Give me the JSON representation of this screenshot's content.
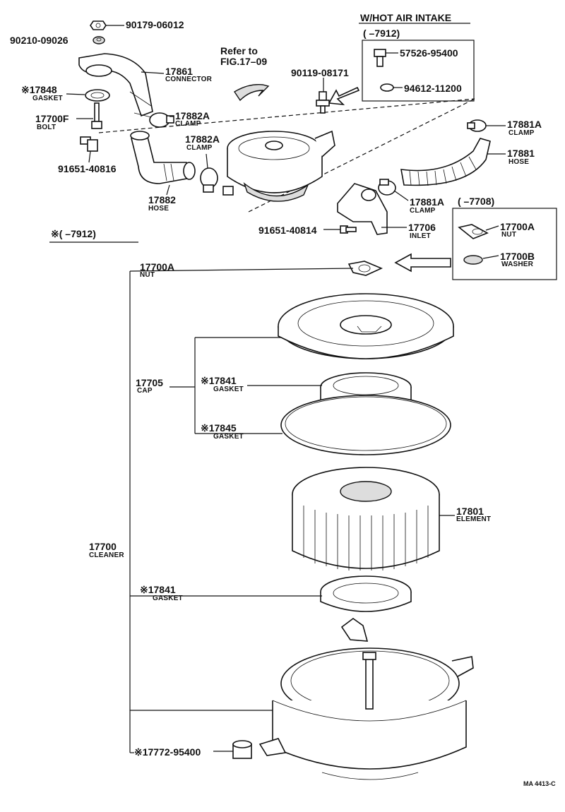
{
  "callouts": [
    {
      "id": "c01",
      "part": "90179-06012",
      "name": ""
    },
    {
      "id": "c02",
      "part": "90210-09026",
      "name": ""
    },
    {
      "id": "c03",
      "part": "17861",
      "name": "CONNECTOR"
    },
    {
      "id": "c04",
      "part": "※17848",
      "name": "GASKET"
    },
    {
      "id": "c05",
      "part": "17700F",
      "name": "BOLT"
    },
    {
      "id": "c06",
      "part": "17882A",
      "name": "CLAMP"
    },
    {
      "id": "c07",
      "part": "91651-40816",
      "name": ""
    },
    {
      "id": "c08",
      "part": "17882A",
      "name": "CLAMP"
    },
    {
      "id": "c09",
      "part": "17882",
      "name": "HOSE"
    },
    {
      "id": "c10",
      "part": "90119-08171",
      "name": ""
    },
    {
      "id": "c11",
      "part": "57526-95400",
      "name": ""
    },
    {
      "id": "c12",
      "part": "94612-11200",
      "name": ""
    },
    {
      "id": "c13",
      "part": "17881A",
      "name": "CLAMP"
    },
    {
      "id": "c14",
      "part": "17881",
      "name": "HOSE"
    },
    {
      "id": "c15",
      "part": "17881A",
      "name": "CLAMP"
    },
    {
      "id": "c16",
      "part": "17706",
      "name": "INLET"
    },
    {
      "id": "c17",
      "part": "91651-40814",
      "name": ""
    },
    {
      "id": "c18",
      "part": "17700A",
      "name": "NUT"
    },
    {
      "id": "c19",
      "part": "17700B",
      "name": "WASHER"
    },
    {
      "id": "c20",
      "part": "17700A",
      "name": "NUT"
    },
    {
      "id": "c21",
      "part": "17705",
      "name": "CAP"
    },
    {
      "id": "c22",
      "part": "※17841",
      "name": "GASKET"
    },
    {
      "id": "c23",
      "part": "※17845",
      "name": "GASKET"
    },
    {
      "id": "c24",
      "part": "17801",
      "name": "ELEMENT"
    },
    {
      "id": "c25",
      "part": "17700",
      "name": "CLEANER"
    },
    {
      "id": "c26",
      "part": "※17841",
      "name": "GASKET"
    },
    {
      "id": "c27",
      "part": "※17772-95400",
      "name": ""
    }
  ],
  "refer": {
    "line1": "Refer to",
    "line2": "FIG.17–09"
  },
  "hot_air": {
    "title": "W/HOT AIR INTAKE",
    "range": "(       –7912)"
  },
  "range_7708": "(       –7708)",
  "note_7912": "※(       –7912)",
  "drawing_code": "MA  4413-C"
}
